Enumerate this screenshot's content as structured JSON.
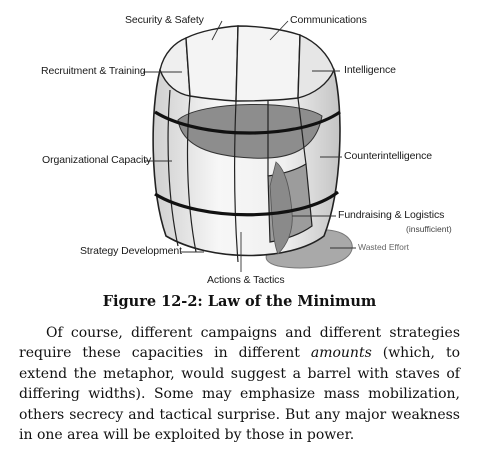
{
  "figure": {
    "labels": {
      "security": "Security & Safety",
      "communications": "Communications",
      "recruitment": "Recruitment & Training",
      "intelligence": "Intelligence",
      "organizational": "Organizational Capacity",
      "counterintelligence": "Counterintelligence",
      "fundraising": "Fundraising & Logistics",
      "insufficient": "(insufficient)",
      "wasted": "Wasted Effort",
      "strategy": "Strategy Development",
      "actions": "Actions & Tactics"
    },
    "caption": "Figure 12-2: Law of the Minimum"
  },
  "body": {
    "part1": "Of course, different campaigns and different strategies require these capacities in different ",
    "emphasis": "amounts",
    "part2": " (which, to extend the metaphor, would suggest a barrel with staves of differing widths). Some may emphasize mass mobilization, others secrecy and tactical surprise. But any major weakness in one area will be exploited by those in power."
  }
}
